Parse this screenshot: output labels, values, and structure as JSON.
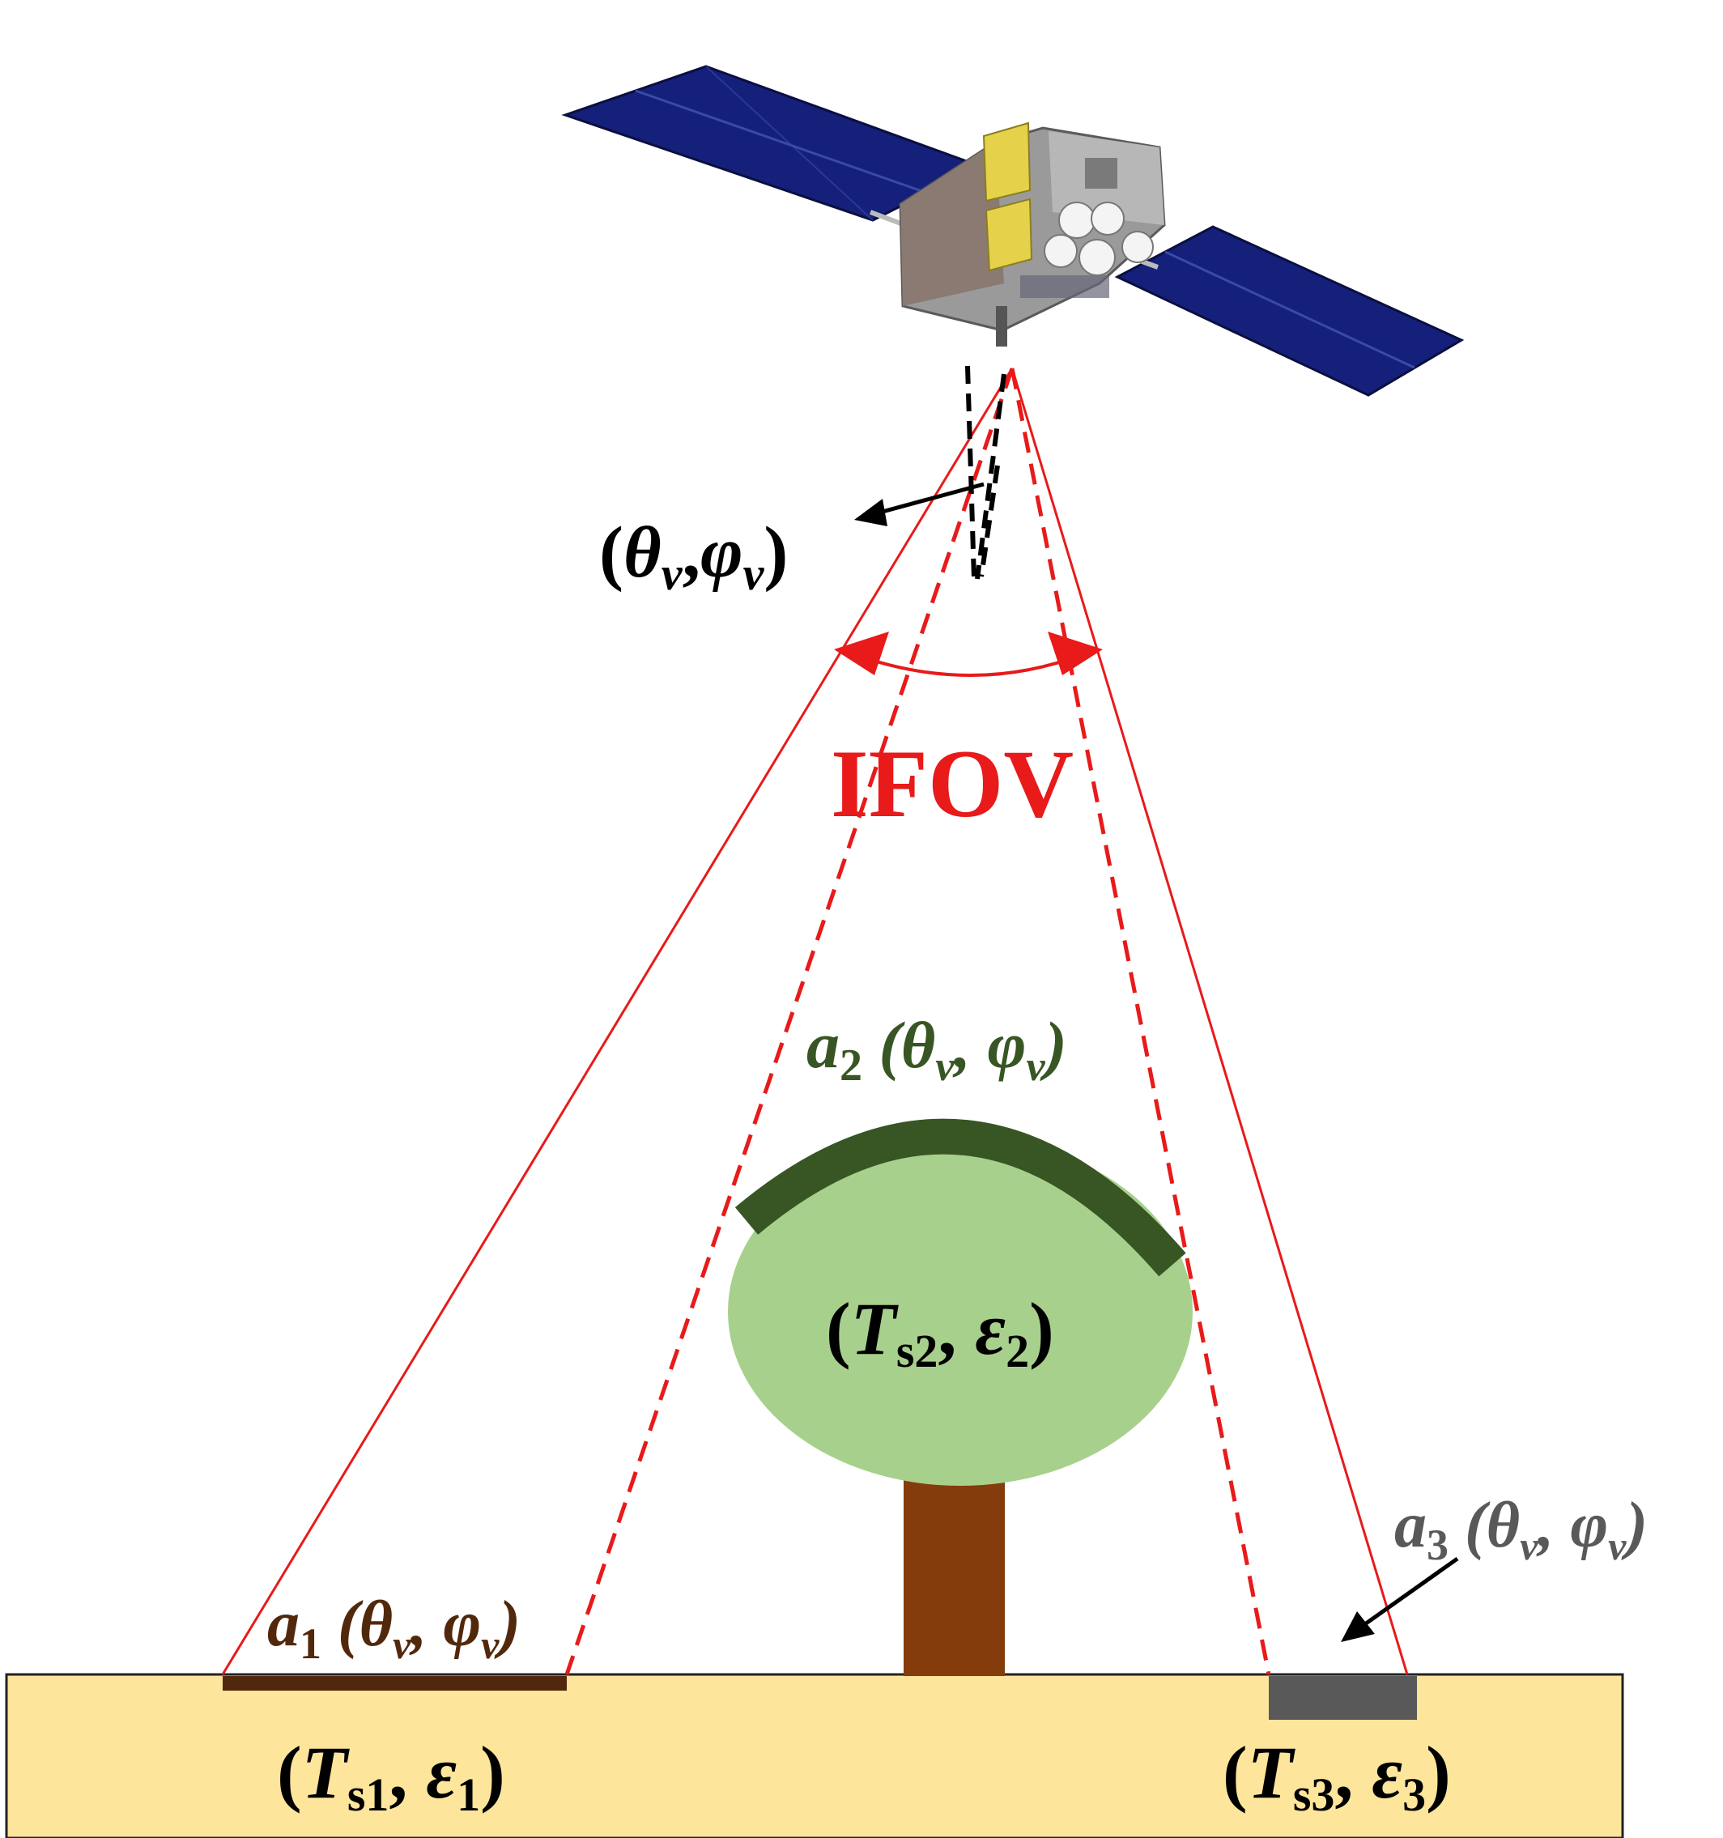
{
  "colors": {
    "ground": "#fde59c",
    "ground_border": "#222222",
    "fov_red": "#e81a1a",
    "canopy_light": "#a8d08d",
    "canopy_dark": "#375623",
    "trunk": "#843c0c",
    "soil_dark": "#52280c",
    "grey_patch": "#595959",
    "label_green": "#375623",
    "label_brown": "#52280c",
    "label_grey": "#595959",
    "black": "#000000",
    "panel_blue": "#15207a"
  },
  "icons": {
    "satellite": "satellite-icon",
    "tree": "tree-icon"
  },
  "labels": {
    "view_angle": {
      "open": "(",
      "theta": "θ",
      "sub_v1": "v",
      "comma": ",",
      "phi": "φ",
      "sub_v2": "v",
      "close": ")"
    },
    "ifov": "IFOV",
    "a1": {
      "letter": "a",
      "sub": "1",
      "args": " (θ",
      "sub_v1": "v",
      "mid": ", φ",
      "sub_v2": "v",
      "close": ")"
    },
    "a2": {
      "letter": "a",
      "sub": "2",
      "args": " (θ",
      "sub_v1": "v",
      "mid": ", φ",
      "sub_v2": "v",
      "close": ")"
    },
    "a3": {
      "letter": "a",
      "sub": "3",
      "args": " (θ",
      "sub_v1": "v",
      "mid": ", φ",
      "sub_v2": "v",
      "close": ")"
    },
    "ts1": {
      "open": "(",
      "T": "T",
      "sub": "s1",
      "comma": ", ",
      "eps": "ε",
      "eps_sub": "1",
      "close": ")"
    },
    "ts2": {
      "open": "(",
      "T": "T",
      "sub": "s2",
      "comma": ", ",
      "eps": "ε",
      "eps_sub": "2",
      "close": ")"
    },
    "ts3": {
      "open": "(",
      "T": "T",
      "sub": "s3",
      "comma": ", ",
      "eps": "ε",
      "eps_sub": "3",
      "close": ")"
    }
  }
}
